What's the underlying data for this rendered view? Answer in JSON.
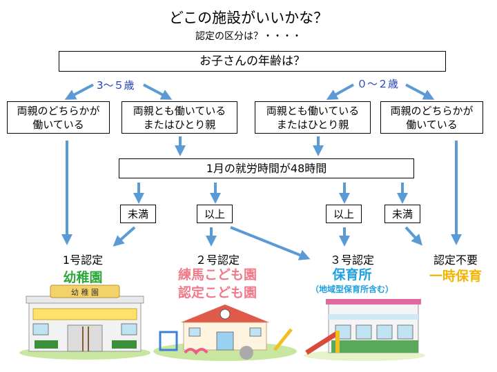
{
  "title": "どこの施設がいいかな？",
  "subtitle": "認定の区分は？・・・・",
  "question": "お子さんの年齢は？",
  "age_left": "3～５歳",
  "age_right": "０～２歳",
  "box_l1": "両親のどちらかが\n働いている",
  "box_l2": "両親とも働いている\nまたはひとり親",
  "box_r1": "両親とも働いている\nまたはひとり親",
  "box_r2": "両親のどちらかが\n働いている",
  "hours": "1月の就労時間が48時間",
  "lbl_under_l": "未満",
  "lbl_over_l": "以上",
  "lbl_over_r": "以上",
  "lbl_under_r": "未満",
  "cert1": "1号認定",
  "cert1_facility": "幼稚園",
  "cert1_sign": "幼 稚 園",
  "cert2": "２号認定",
  "cert2_facility1": "練馬こども園",
  "cert2_facility2": "認定こども園",
  "cert3": "３号認定",
  "cert3_facility": "保育所",
  "cert3_note": "（地域型保育所含む）",
  "cert0": "認定不要",
  "cert0_facility": "一時保育",
  "colors": {
    "arrow": "#5b9bd5",
    "kindergarten": "#2ea83a",
    "kodomoen": "#f07a8a",
    "nursery": "#1e9fe0",
    "temporary": "#f4b400",
    "age_text": "#1f3fbf"
  }
}
